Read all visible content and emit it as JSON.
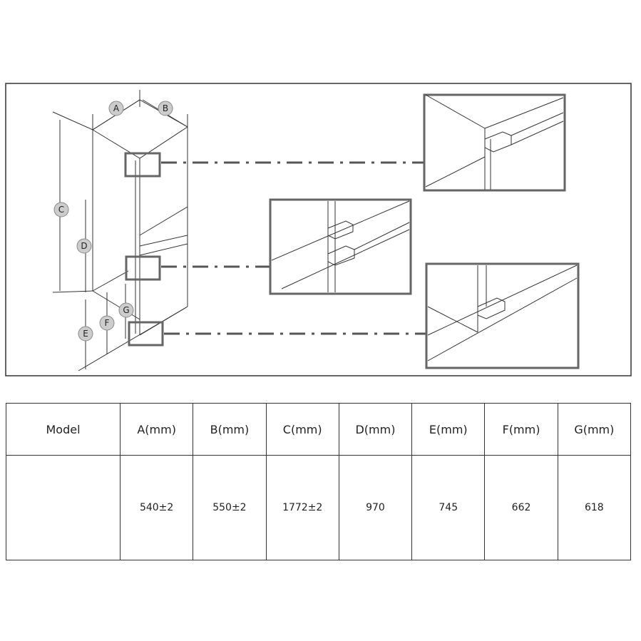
{
  "diagram": {
    "dimension_labels": [
      "A",
      "B",
      "C",
      "D",
      "E",
      "F",
      "G"
    ]
  },
  "table": {
    "headers": [
      "Model",
      "A(mm)",
      "B(mm)",
      "C(mm)",
      "D(mm)",
      "E(mm)",
      "F(mm)",
      "G(mm)"
    ],
    "row": [
      "",
      "540±2",
      "550±2",
      "1772±2",
      "970",
      "745",
      "662",
      "618"
    ]
  }
}
